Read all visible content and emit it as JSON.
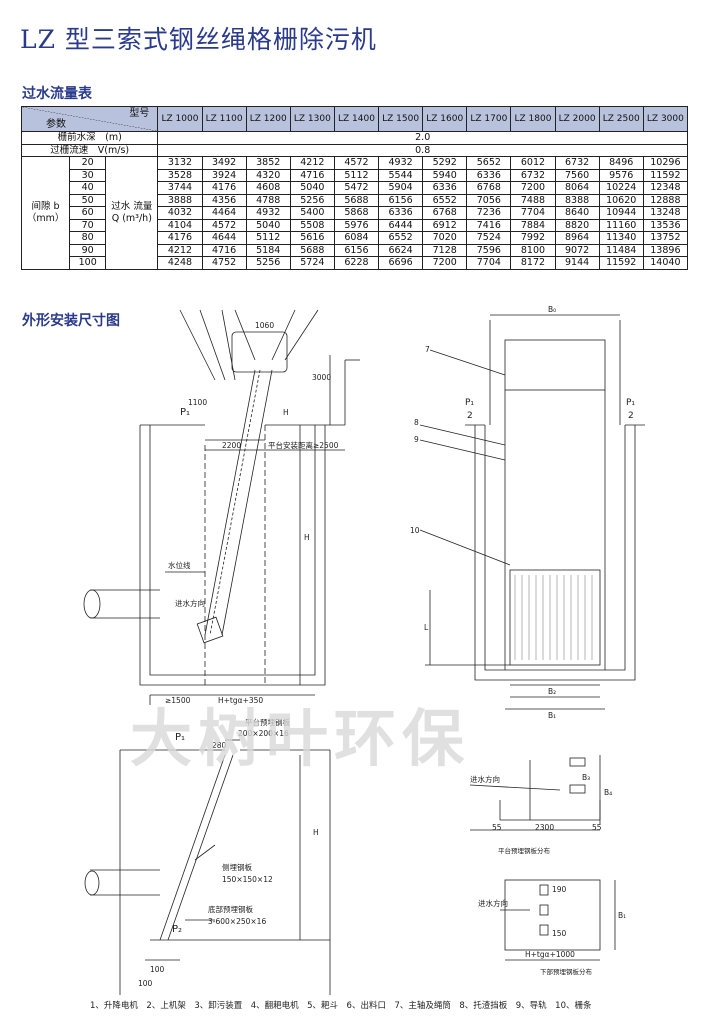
{
  "title": "LZ 型三索式钢丝绳格栅除污机",
  "flow_table": {
    "section_title": "过水流量表",
    "corner_top": "型号",
    "corner_bottom": "参数",
    "models": [
      "LZ 1000",
      "LZ 1100",
      "LZ 1200",
      "LZ 1300",
      "LZ 1400",
      "LZ 1500",
      "LZ 1600",
      "LZ 1700",
      "LZ 1800",
      "LZ 2000",
      "LZ 2500",
      "LZ 3000"
    ],
    "depth_label": "栅前水深　(m)",
    "depth_value": "2.0",
    "speed_label": "过栅流速　V(m/s)",
    "speed_value": "0.8",
    "gap_label": "间隙 b（mm）",
    "flow_label": "过水 流量 Q (m³/h)",
    "rows": [
      {
        "gap": "20",
        "values": [
          "3132",
          "3492",
          "3852",
          "4212",
          "4572",
          "4932",
          "5292",
          "5652",
          "6012",
          "6732",
          "8496",
          "10296"
        ]
      },
      {
        "gap": "30",
        "values": [
          "3528",
          "3924",
          "4320",
          "4716",
          "5112",
          "5544",
          "5940",
          "6336",
          "6732",
          "7560",
          "9576",
          "11592"
        ]
      },
      {
        "gap": "40",
        "values": [
          "3744",
          "4176",
          "4608",
          "5040",
          "5472",
          "5904",
          "6336",
          "6768",
          "7200",
          "8064",
          "10224",
          "12348"
        ]
      },
      {
        "gap": "50",
        "values": [
          "3888",
          "4356",
          "4788",
          "5256",
          "5688",
          "6156",
          "6552",
          "7056",
          "7488",
          "8388",
          "10620",
          "12888"
        ]
      },
      {
        "gap": "60",
        "values": [
          "4032",
          "4464",
          "4932",
          "5400",
          "5868",
          "6336",
          "6768",
          "7236",
          "7704",
          "8640",
          "10944",
          "13248"
        ]
      },
      {
        "gap": "70",
        "values": [
          "4104",
          "4572",
          "5040",
          "5508",
          "5976",
          "6444",
          "6912",
          "7416",
          "7884",
          "8820",
          "11160",
          "13536"
        ]
      },
      {
        "gap": "80",
        "values": [
          "4176",
          "4644",
          "5112",
          "5616",
          "6084",
          "6552",
          "7020",
          "7524",
          "7992",
          "8964",
          "11340",
          "13752"
        ]
      },
      {
        "gap": "90",
        "values": [
          "4212",
          "4716",
          "5184",
          "5688",
          "6156",
          "6624",
          "7128",
          "7596",
          "8100",
          "9072",
          "11484",
          "13896"
        ]
      },
      {
        "gap": "100",
        "values": [
          "4248",
          "4752",
          "5256",
          "5724",
          "6228",
          "6696",
          "7200",
          "7704",
          "8172",
          "9144",
          "11592",
          "14040"
        ]
      }
    ]
  },
  "drawing": {
    "section_title": "外形安装尺寸图",
    "labels": {
      "d1060": "1060",
      "d3000": "3000",
      "d1100": "1100",
      "d2200": "2200",
      "platform": "平台安装距离≥2500",
      "p1": "P₁",
      "water_level": "水位线",
      "water_dir": "进水方向",
      "h_big": "H",
      "d1500": "≥1500",
      "htg": "H+tgα+350",
      "ha": "H",
      "l": "L",
      "b0": "B₀",
      "b1": "B₁",
      "b2": "B₂",
      "p1half": "P₁",
      "half": "2",
      "n7": "7",
      "n8": "8",
      "n9": "9",
      "n10": "10",
      "embed_top": "平台预埋钢板",
      "embed_top_size": "200×200×16",
      "embed_mid": "侧埋钢板",
      "embed_mid_size": "150×150×12",
      "embed_bot": "底部预埋钢板",
      "embed_bot_size": "3-600×250×16",
      "p2": "P₂",
      "d100": "100",
      "d100b": "100",
      "d280": "280",
      "inlet": "进水方向",
      "d55a": "55",
      "d55b": "55",
      "d2300": "2300",
      "b3": "B₃",
      "b4": "B₄",
      "plan1_caption": "平台预埋钢板分布",
      "inlet2": "进水方向",
      "d190": "190",
      "d150": "150",
      "b5": "B₁",
      "htg2": "H+tgα+1000",
      "plan2_caption": "下部预埋钢板分布"
    }
  },
  "legend": "1、升降电机　2、上机架　3、卸污装置　4、翻耙电机　5、耙斗　6、出料口　7、主轴及绳筒　8、托渣挡板　9、导轨　10、栅条",
  "watermark": "大树叶环保",
  "colors": {
    "accent": "#2a3a8c",
    "header_bg": "#b9c2dd"
  }
}
